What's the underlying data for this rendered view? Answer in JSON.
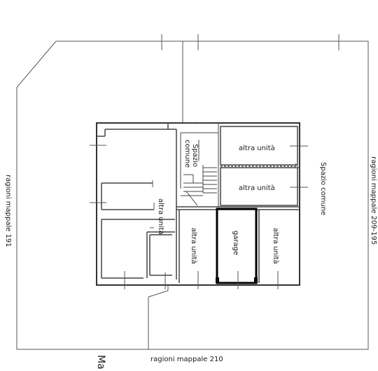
{
  "labels": {
    "left_neighbor": "ragioni mappale 191",
    "right_neighbor": "ragioni mappale 209-195",
    "bottom_neighbor": "ragioni mappale 210",
    "bottom_cut": "Ma",
    "common_space_outer": "Spazio comune",
    "common_space_stair": "Spazio comune",
    "unit_top": "altra unità",
    "unit_middle": "altra unità",
    "unit_left_vertical": "altra unità",
    "unit_bottom_left": "altra unità",
    "garage": "garage",
    "unit_bottom_right": "altra unità"
  }
}
